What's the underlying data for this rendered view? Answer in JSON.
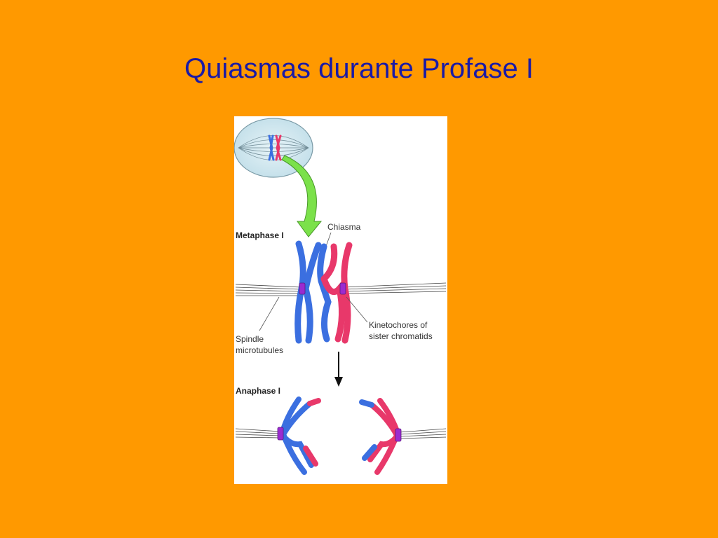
{
  "slide": {
    "title": "Quiasmas durante Profase I",
    "background_color": "#ff9900",
    "title_color": "#1a1aa6"
  },
  "figure": {
    "stage_metaphase": "Metaphase I",
    "stage_anaphase": "Anaphase I",
    "label_chiasma": "Chiasma",
    "label_spindle_line1": "Spindle",
    "label_spindle_line2": "microtubules",
    "label_kinetochores_line1": "Kinetochores of",
    "label_kinetochores_line2": "sister chromatids",
    "colors": {
      "chromosome_blue": "#3b6fe0",
      "chromosome_red": "#e8386a",
      "kinetochore": "#9b2bd0",
      "cell": "#cfe6ee",
      "arrow_green": "#7be14a"
    }
  }
}
